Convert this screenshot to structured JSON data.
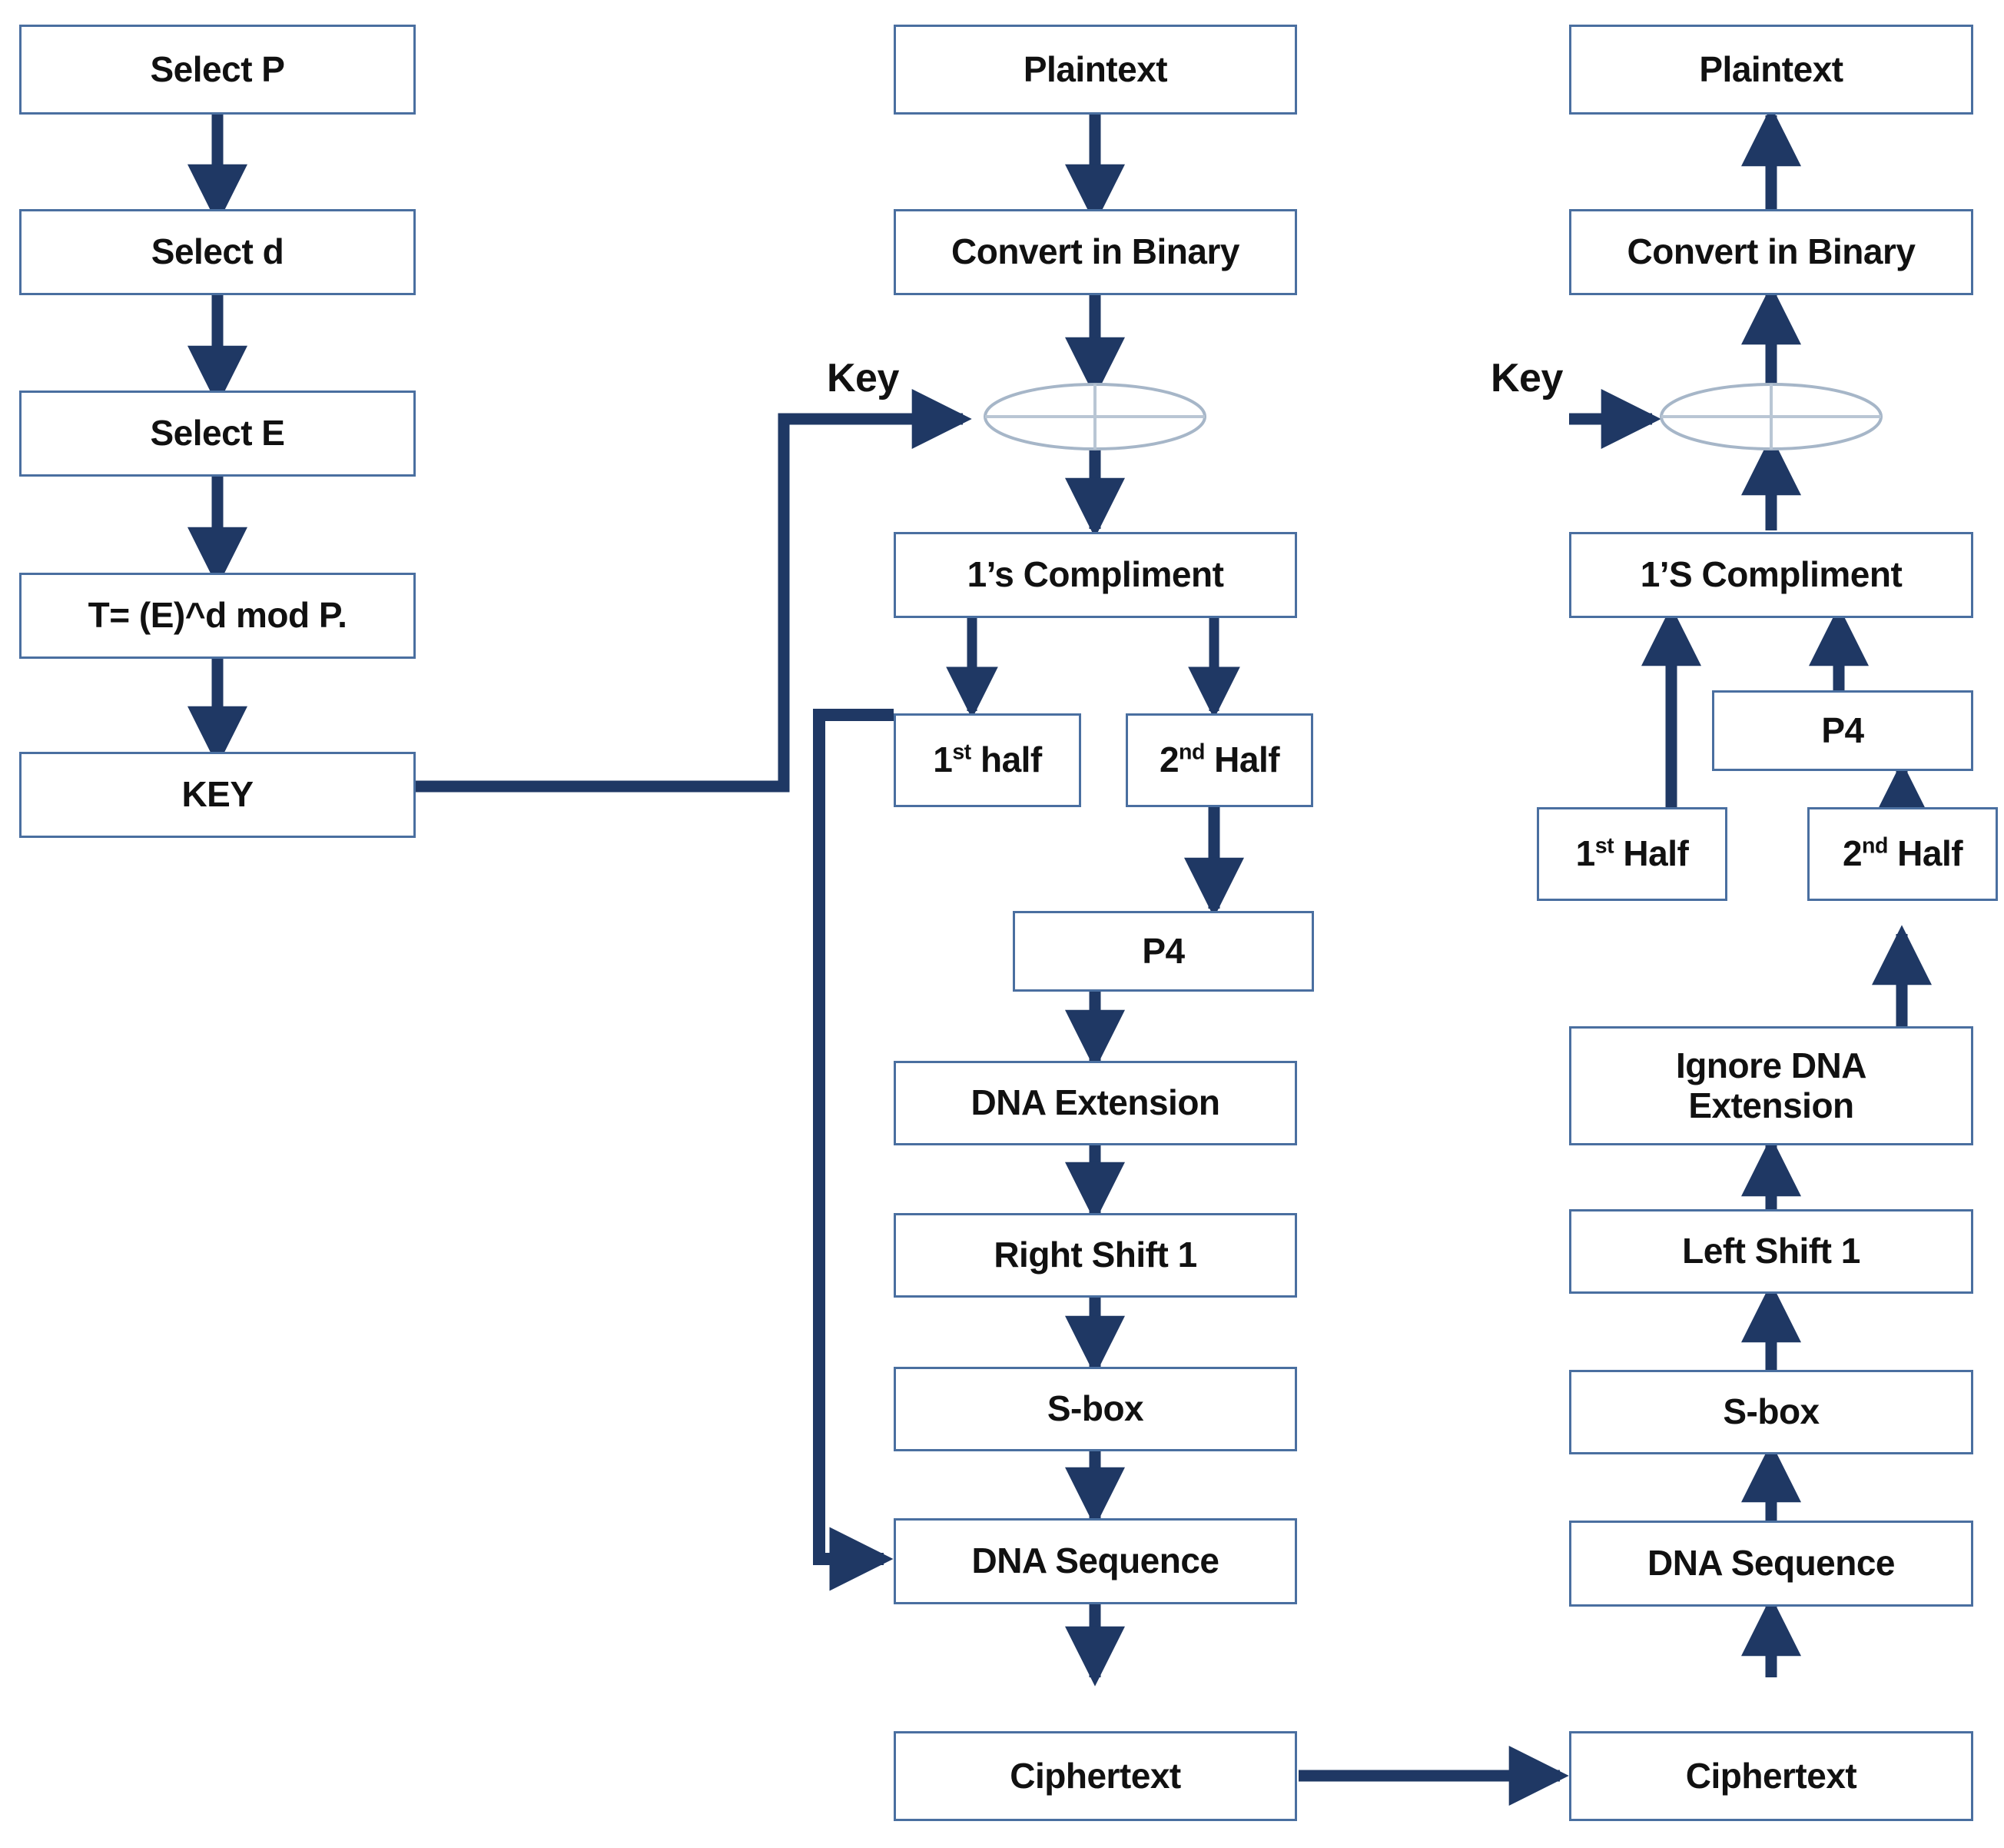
{
  "diagram": {
    "title": "DNA based symmetric encryption and decryption flowchart",
    "colors": {
      "box_border": "#4a6fa0",
      "arrow": "#1f3864",
      "text": "#111111",
      "xor_stroke": "#a6b6c8",
      "background": "#ffffff"
    },
    "columns": [
      {
        "name": "key-generation",
        "nodes": [
          {
            "id": "select-p",
            "label": "Select P"
          },
          {
            "id": "select-d",
            "label": "Select d"
          },
          {
            "id": "select-e",
            "label": "Select E"
          },
          {
            "id": "t-formula",
            "label": "T= (E)^d mod P."
          },
          {
            "id": "key",
            "label": "KEY"
          }
        ]
      },
      {
        "name": "encryption",
        "nodes": [
          {
            "id": "enc-plaintext",
            "label": "Plaintext"
          },
          {
            "id": "enc-convert-binary",
            "label": "Convert in Binary"
          },
          {
            "id": "enc-xor",
            "label": ""
          },
          {
            "id": "enc-ones-compliment",
            "label": "1’s Compliment"
          },
          {
            "id": "enc-first-half",
            "label_pre": "1",
            "label_sup": "st",
            "label_post": " half"
          },
          {
            "id": "enc-second-half",
            "label_pre": "2",
            "label_sup": "nd",
            "label_post": " Half"
          },
          {
            "id": "enc-p4",
            "label": "P4"
          },
          {
            "id": "enc-dna-extension",
            "label": "DNA Extension"
          },
          {
            "id": "enc-right-shift",
            "label": "Right Shift 1"
          },
          {
            "id": "enc-sbox",
            "label": "S-box"
          },
          {
            "id": "enc-dna-sequence",
            "label": "DNA Sequence"
          },
          {
            "id": "enc-ciphertext",
            "label": "Ciphertext"
          }
        ],
        "key_label": "Key"
      },
      {
        "name": "decryption",
        "nodes": [
          {
            "id": "dec-plaintext",
            "label": "Plaintext"
          },
          {
            "id": "dec-convert-binary",
            "label": "Convert in Binary"
          },
          {
            "id": "dec-xor",
            "label": ""
          },
          {
            "id": "dec-ones-compliment",
            "label": "1’S Compliment"
          },
          {
            "id": "dec-p4",
            "label": "P4"
          },
          {
            "id": "dec-first-half",
            "label_pre": "1",
            "label_sup": "st",
            "label_post": " Half"
          },
          {
            "id": "dec-second-half",
            "label_pre": "2",
            "label_sup": "nd",
            "label_post": " Half"
          },
          {
            "id": "dec-ignore-dna-extension",
            "label": "Ignore DNA\nExtension"
          },
          {
            "id": "dec-left-shift",
            "label": "Left Shift 1"
          },
          {
            "id": "dec-sbox",
            "label": "S-box"
          },
          {
            "id": "dec-dna-sequence",
            "label": "DNA Sequence"
          },
          {
            "id": "dec-ciphertext",
            "label": "Ciphertext"
          }
        ],
        "key_label": "Key"
      }
    ],
    "labels": {
      "enc_key": "Key",
      "dec_key": "Key",
      "select_p": "Select P",
      "select_d": "Select d",
      "select_e": "Select E",
      "t_formula": "T= (E)^d mod P.",
      "key_box": "KEY",
      "plaintext": "Plaintext",
      "convert_in_binary": "Convert in Binary",
      "ones_compliment_enc": "1’s Compliment",
      "ones_compliment_dec": "1’S Compliment",
      "p4": "P4",
      "dna_extension": "DNA Extension",
      "right_shift_1": "Right Shift 1",
      "left_shift_1": "Left Shift 1",
      "s_box": "S-box",
      "dna_sequence": "DNA Sequence",
      "ciphertext": "Ciphertext",
      "ignore_dna_extension_line1": "Ignore DNA",
      "ignore_dna_extension_line2": "Extension",
      "first_half_num_enc": "1",
      "first_half_sup_enc": "st",
      "first_half_rest_enc": " half",
      "second_half_num_enc": "2",
      "second_half_sup_enc": "nd",
      "second_half_rest_enc": " Half",
      "first_half_num_dec": "1",
      "first_half_sup_dec": "st",
      "first_half_rest_dec": " Half",
      "second_half_num_dec": "2",
      "second_half_sup_dec": "nd",
      "second_half_rest_dec": " Half"
    }
  }
}
